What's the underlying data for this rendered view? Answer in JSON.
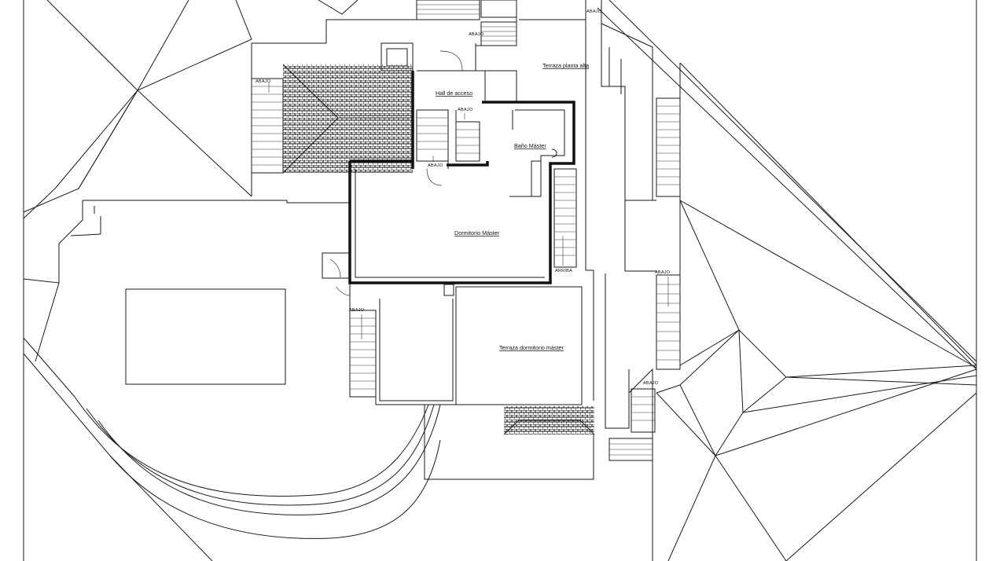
{
  "rooms": {
    "hall": "Hall de acceso",
    "bath": "Baño Máster",
    "bedroom": "Dormitorio Máster",
    "upper_terrace": "Terraza planta alta",
    "bedroom_terrace": "Terraza dormitorio máster"
  },
  "stair_marks": {
    "abajo": "ABAJO",
    "arriba": "ARRIBA"
  }
}
